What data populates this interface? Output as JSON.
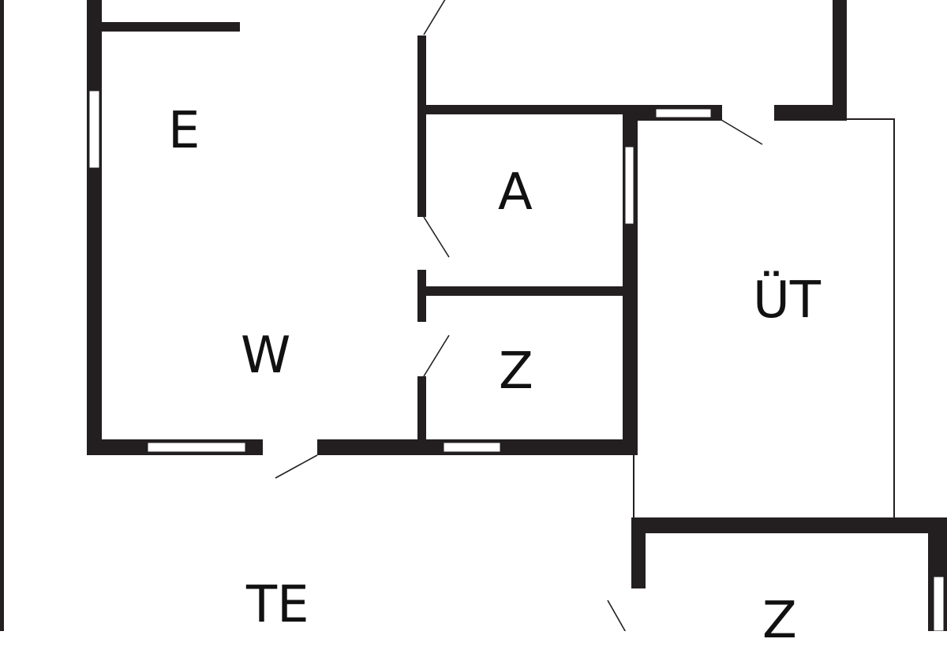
{
  "plan": {
    "wall_color": "#231f20",
    "background_color": "#ffffff",
    "rooms": [
      {
        "id": "e",
        "label": "E"
      },
      {
        "id": "w",
        "label": "W"
      },
      {
        "id": "a",
        "label": "A"
      },
      {
        "id": "z1",
        "label": "Z"
      },
      {
        "id": "ut",
        "label": "ÜT"
      },
      {
        "id": "te",
        "label": "TE"
      },
      {
        "id": "z2",
        "label": "Z"
      }
    ]
  }
}
